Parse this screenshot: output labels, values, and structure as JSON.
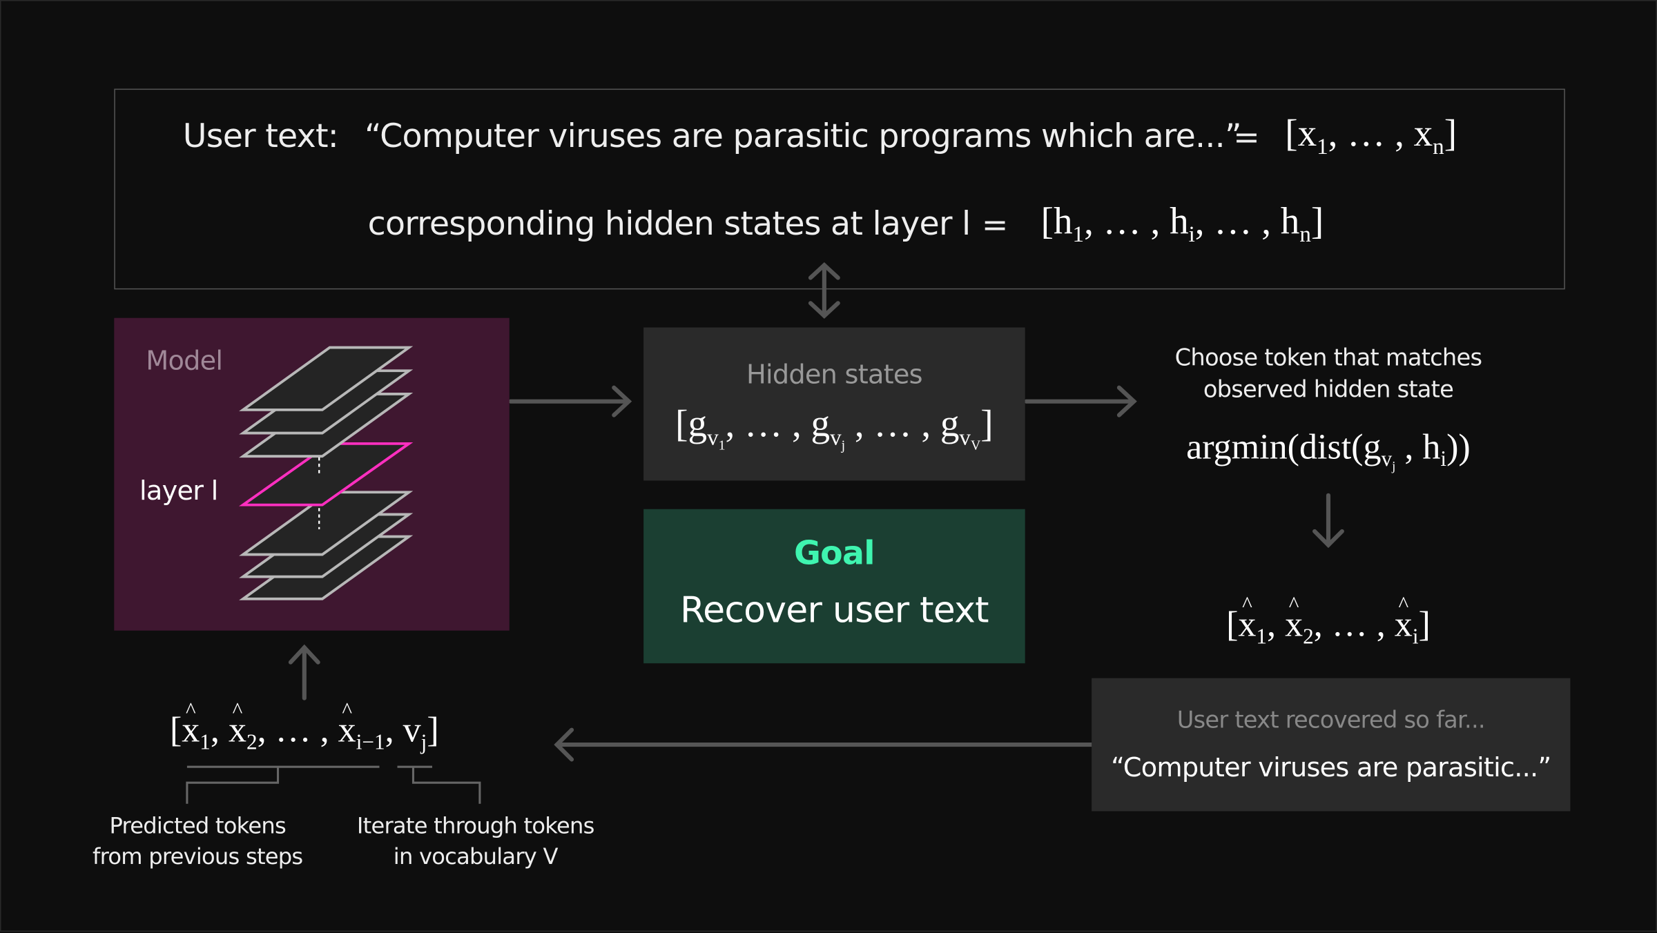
{
  "colors": {
    "background": "#0e0e0e",
    "model_box": "#3f1730",
    "hidden_box": "#2a2a2a",
    "goal_box": "#1b3f32",
    "goal_accent": "#3ff5b0",
    "highlight_layer": "#ff2fc0",
    "layer_stroke": "#b8b8b8"
  },
  "top": {
    "user_label": "User text:",
    "user_quote": "“Computer viruses are parasitic programs which are...”",
    "equals": "=",
    "tokens": {
      "open": "[",
      "x": "x",
      "s1": "1",
      "mid": ", … , ",
      "sn": "n",
      "close": "]"
    },
    "hidden_label": "corresponding hidden states at layer l",
    "hidden": {
      "open": "[",
      "h": "h",
      "s1": "1",
      "sep": ", … , ",
      "si": "i",
      "sn": "n",
      "close": "]"
    }
  },
  "model": {
    "title": "Model",
    "layer_label": "layer l"
  },
  "hidden_states": {
    "title": "Hidden states",
    "g": "g",
    "v": "v",
    "s1": "1",
    "sj": "j",
    "sV": "V",
    "sep1": ", … , ",
    "sep2": " , … , ",
    "open": "[",
    "close": "]"
  },
  "goal": {
    "title": "Goal",
    "text": "Recover user text"
  },
  "choose": {
    "line1": "Choose token that matches",
    "line2": "observed hidden state",
    "argmin": "argmin(dist(",
    "g": "g",
    "v": "v",
    "sj": "j",
    "h": "h",
    "si": "i",
    "close": "))"
  },
  "predicted": {
    "x": "x",
    "s1": "1",
    "s2": "2",
    "si": "i",
    "sep": ", … , "
  },
  "recovered": {
    "title": "User text recovered so far...",
    "text": "“Computer viruses are parasitic...”"
  },
  "sequence": {
    "x": "x",
    "s1": "1",
    "s2": "2",
    "sim1": "i−1",
    "v": "v",
    "sj": "j",
    "sep": ", … , "
  },
  "annotations": {
    "predicted_line1": "Predicted tokens",
    "predicted_line2": "from previous steps",
    "iterate_line1": "Iterate through tokens",
    "iterate_line2": "in vocabulary V"
  }
}
